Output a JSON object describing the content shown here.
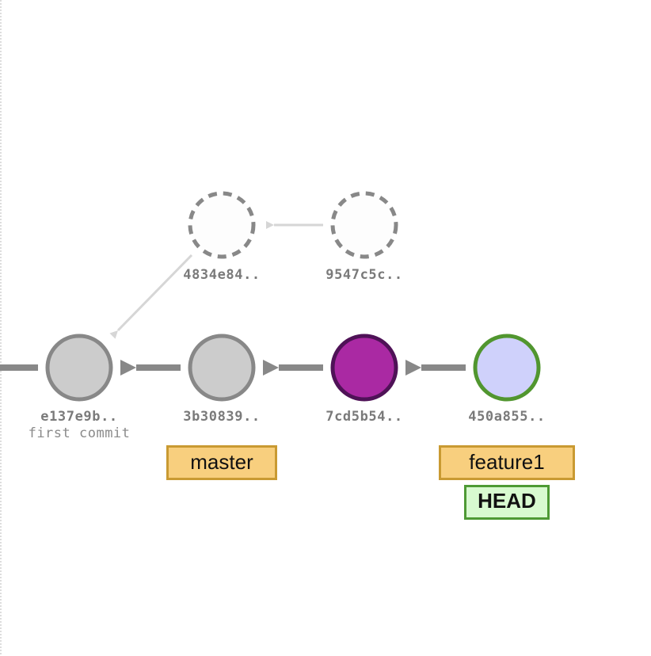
{
  "graph": {
    "commits": [
      {
        "hash": "e137e9b..",
        "message": "first commit"
      },
      {
        "hash": "3b30839.."
      },
      {
        "hash": "7cd5b54.."
      },
      {
        "hash": "450a855.."
      },
      {
        "hash": "4834e84.."
      },
      {
        "hash": "9547c5c.."
      }
    ],
    "branches": {
      "master": "master",
      "feature1": "feature1"
    },
    "head": {
      "label": "HEAD"
    }
  },
  "colors": {
    "commit_default_fill": "#cccccc",
    "commit_default_stroke": "#888888",
    "commit_highlight_fill": "#aa29a3",
    "commit_highlight_stroke": "#4f1257",
    "commit_head_fill": "#cfd1fb",
    "commit_head_stroke": "#51962f",
    "dashed_commit_stroke": "#888888",
    "branch_fill": "#f8cf7e",
    "branch_border": "#c99a32",
    "head_fill": "#d8fad0",
    "head_border": "#4e9a35",
    "arrow_color": "#888888",
    "faded_arrow_color": "#d6d6d6"
  }
}
